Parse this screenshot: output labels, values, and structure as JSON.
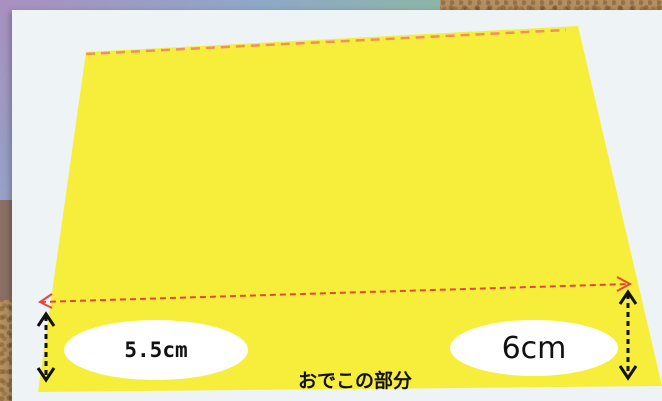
{
  "labels": {
    "left_measure": "5.5cm",
    "right_measure": "6cm",
    "caption": "おでこの部分"
  },
  "colors": {
    "paper": "#f7ee3c",
    "dashed_line": "#e6463a",
    "top_dash": "#f0905a",
    "arrow": "#111111",
    "oval": "#ffffff"
  }
}
